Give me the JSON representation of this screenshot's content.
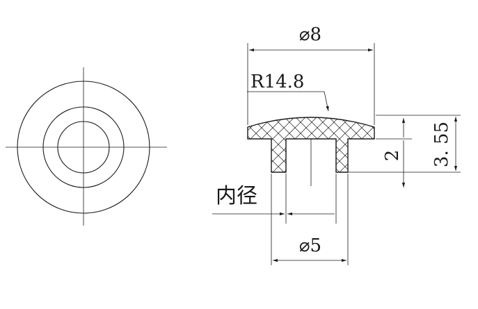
{
  "dimensions": {
    "outer_diameter": "⌀8",
    "radius": "R14.8",
    "inner_diameter_label": "内径",
    "inner_diameter": "⌀5",
    "step_height": "2",
    "total_height": "3. 55"
  },
  "colors": {
    "line": "#1a1a1a",
    "background": "#ffffff"
  }
}
